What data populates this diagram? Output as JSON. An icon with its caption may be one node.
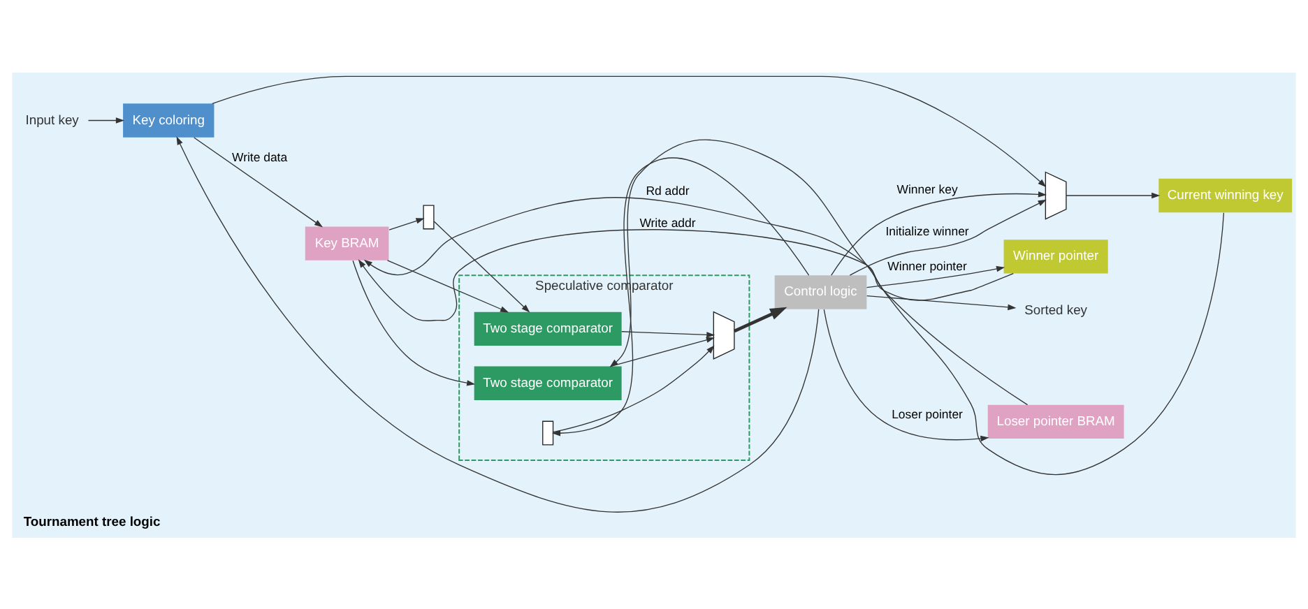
{
  "diagram": {
    "title": "Tournament tree logic",
    "nodes": [
      {
        "text": [
          "Input key"
        ]
      },
      {
        "text": [
          "Key coloring"
        ]
      },
      {
        "text": [
          "Key BRAM"
        ]
      },
      {
        "text": [],
        "shape": "box"
      },
      {
        "text": [
          "Speculative comparator"
        ]
      },
      {
        "text": [
          "Two stage comparator"
        ],
        "in": 4
      },
      {
        "text": [
          "Two stage comparator"
        ],
        "in": 4
      },
      {
        "text": [],
        "shape": "trapezoid",
        "in": 4
      },
      {
        "text": [],
        "shape": "box",
        "in": 4
      },
      {
        "text": [
          "Control logic"
        ]
      },
      {
        "text": [
          "Sorted key"
        ]
      },
      {
        "text": [
          "Loser pointer BRAM"
        ]
      },
      {
        "text": [],
        "shape": "trapezoid"
      },
      {
        "text": [
          "Current winning key"
        ]
      },
      {
        "text": [
          "Winner pointer"
        ]
      }
    ],
    "edges": [
      {
        "from": 0,
        "to": 1,
        "arrow": "to"
      },
      {
        "from": 1,
        "to": 2,
        "arrow": "to",
        "label": "Write data"
      },
      {
        "from": 14,
        "to": 2,
        "arrow": "to",
        "label": "Write addr"
      },
      {
        "from": 11,
        "to": 2,
        "arrow": "to",
        "label": "Rd addr"
      },
      {
        "from": 1,
        "to": 12,
        "arrow": "to"
      },
      {
        "from": 2,
        "to": 3,
        "arrow": "to"
      },
      {
        "from": 3,
        "to": 5,
        "arrow": "to"
      },
      {
        "from": 2,
        "to": 5,
        "arrow": "to"
      },
      {
        "from": 2,
        "to": 6,
        "arrow": "to"
      },
      {
        "from": 13,
        "to": 6,
        "arrow": "to"
      },
      {
        "from": 5,
        "to": 7,
        "arrow": "to"
      },
      {
        "from": 6,
        "to": 7,
        "arrow": "to"
      },
      {
        "from": 7,
        "to": 9,
        "arrow": "to",
        "style": "thick"
      },
      {
        "from": 9,
        "to": 8,
        "arrow": "to"
      },
      {
        "from": 8,
        "to": 7,
        "arrow": "to"
      },
      {
        "from": 9,
        "to": 10,
        "arrow": "to"
      },
      {
        "from": 9,
        "to": 1,
        "arrow": "to"
      },
      {
        "from": 9,
        "to": 12,
        "arrow": "to",
        "label": "Winner key"
      },
      {
        "from": 9,
        "to": 14,
        "arrow": "to",
        "label": "Winner pointer"
      },
      {
        "from": 9,
        "to": 11,
        "arrow": "to",
        "label": "Loser pointer"
      },
      {
        "from": 9,
        "to": 12,
        "arrow": "to",
        "label": "Initialize winner"
      },
      {
        "from": 12,
        "to": 13,
        "arrow": "to"
      }
    ]
  }
}
